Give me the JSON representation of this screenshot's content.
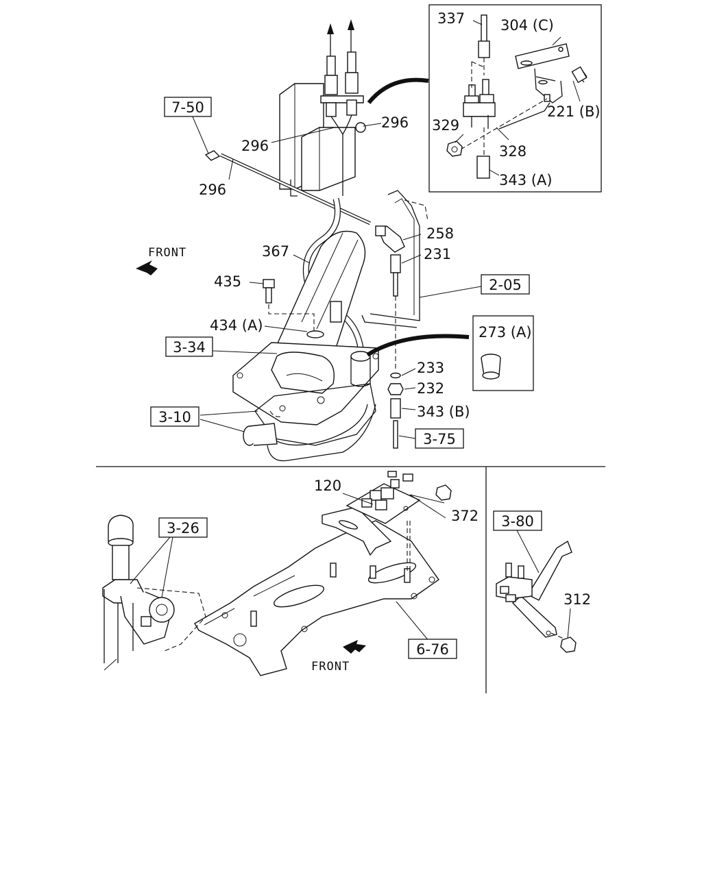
{
  "labels": {
    "l337": "337",
    "l304c": "304 (C)",
    "l221b": "221 (B)",
    "l329": "329",
    "l328": "328",
    "l343a": "343 (A)",
    "l296a": "296",
    "l296b": "296",
    "l296c": "296",
    "l258": "258",
    "l231": "231",
    "l367": "367",
    "l435": "435",
    "l434a": "434 (A)",
    "l273a": "273 (A)",
    "l233": "233",
    "l232": "232",
    "l343b": "343 (B)",
    "l120": "120",
    "l372": "372",
    "l312": "312",
    "front1": "FRONT",
    "front2": "FRONT"
  },
  "refs": {
    "r750": "7-50",
    "r205": "2-05",
    "r334": "3-34",
    "r310": "3-10",
    "r375": "3-75",
    "r326": "3-26",
    "r380": "3-80",
    "r676": "6-76"
  }
}
